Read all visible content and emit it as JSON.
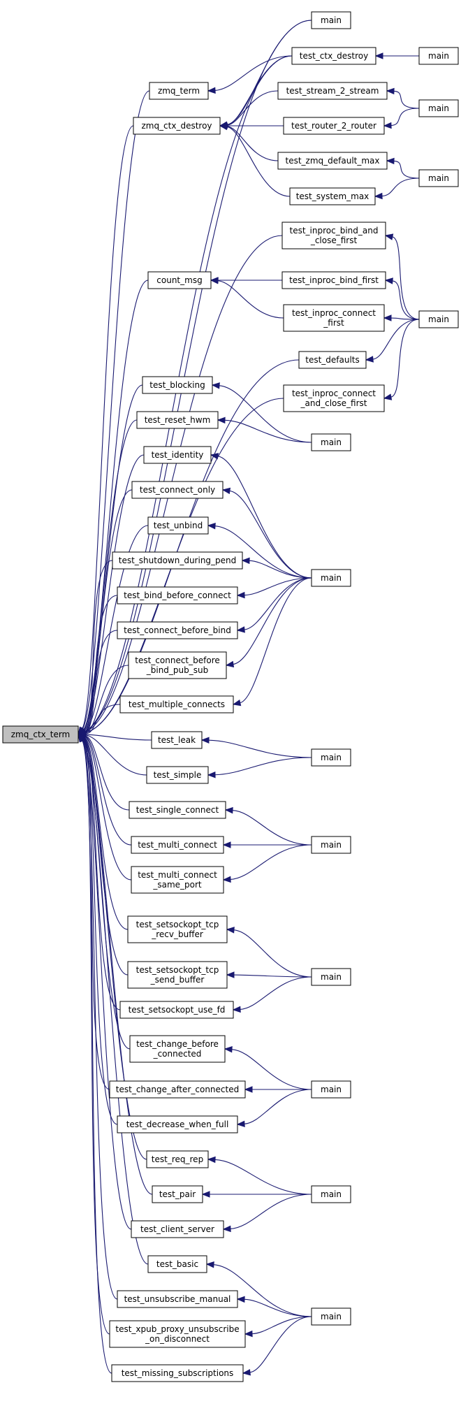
{
  "colors": {
    "edge": "#191970",
    "root_fill": "#bfbfbf",
    "node_fill": "#ffffff",
    "node_border": "#000000"
  },
  "nodes": [
    {
      "id": "root",
      "lines": [
        "zmq_ctx_term"
      ],
      "root": true
    },
    {
      "id": "main1",
      "lines": [
        "main"
      ]
    },
    {
      "id": "test_ctx_destroy",
      "lines": [
        "test_ctx_destroy"
      ]
    },
    {
      "id": "main2",
      "lines": [
        "main"
      ]
    },
    {
      "id": "zmq_term",
      "lines": [
        "zmq_term"
      ]
    },
    {
      "id": "zmq_ctx_destroy",
      "lines": [
        "zmq_ctx_destroy"
      ]
    },
    {
      "id": "test_stream_2_stream",
      "lines": [
        "test_stream_2_stream"
      ]
    },
    {
      "id": "test_router_2_router",
      "lines": [
        "test_router_2_router"
      ]
    },
    {
      "id": "main3",
      "lines": [
        "main"
      ]
    },
    {
      "id": "test_zmq_default_max",
      "lines": [
        "test_zmq_default_max"
      ]
    },
    {
      "id": "test_system_max",
      "lines": [
        "test_system_max"
      ]
    },
    {
      "id": "main4",
      "lines": [
        "main"
      ]
    },
    {
      "id": "test_inproc_bind_and_close_first",
      "lines": [
        "test_inproc_bind_and",
        "_close_first"
      ]
    },
    {
      "id": "count_msg",
      "lines": [
        "count_msg"
      ]
    },
    {
      "id": "test_inproc_bind_first",
      "lines": [
        "test_inproc_bind_first"
      ]
    },
    {
      "id": "test_inproc_connect_first",
      "lines": [
        "test_inproc_connect",
        "_first"
      ]
    },
    {
      "id": "main5",
      "lines": [
        "main"
      ]
    },
    {
      "id": "test_defaults",
      "lines": [
        "test_defaults"
      ]
    },
    {
      "id": "test_inproc_connect_and_close_first",
      "lines": [
        "test_inproc_connect",
        "_and_close_first"
      ]
    },
    {
      "id": "test_blocking",
      "lines": [
        "test_blocking"
      ]
    },
    {
      "id": "test_reset_hwm",
      "lines": [
        "test_reset_hwm"
      ]
    },
    {
      "id": "main6",
      "lines": [
        "main"
      ]
    },
    {
      "id": "test_identity",
      "lines": [
        "test_identity"
      ]
    },
    {
      "id": "test_connect_only",
      "lines": [
        "test_connect_only"
      ]
    },
    {
      "id": "test_unbind",
      "lines": [
        "test_unbind"
      ]
    },
    {
      "id": "test_shutdown_during_pend",
      "lines": [
        "test_shutdown_during_pend"
      ]
    },
    {
      "id": "main7",
      "lines": [
        "main"
      ]
    },
    {
      "id": "test_bind_before_connect",
      "lines": [
        "test_bind_before_connect"
      ]
    },
    {
      "id": "test_connect_before_bind",
      "lines": [
        "test_connect_before_bind"
      ]
    },
    {
      "id": "test_connect_before_bind_pub_sub",
      "lines": [
        "test_connect_before",
        "_bind_pub_sub"
      ]
    },
    {
      "id": "test_multiple_connects",
      "lines": [
        "test_multiple_connects"
      ]
    },
    {
      "id": "test_leak",
      "lines": [
        "test_leak"
      ]
    },
    {
      "id": "main8",
      "lines": [
        "main"
      ]
    },
    {
      "id": "test_simple",
      "lines": [
        "test_simple"
      ]
    },
    {
      "id": "test_single_connect",
      "lines": [
        "test_single_connect"
      ]
    },
    {
      "id": "test_multi_connect",
      "lines": [
        "test_multi_connect"
      ]
    },
    {
      "id": "main9",
      "lines": [
        "main"
      ]
    },
    {
      "id": "test_multi_connect_same_port",
      "lines": [
        "test_multi_connect",
        "_same_port"
      ]
    },
    {
      "id": "test_setsockopt_tcp_recv_buffer",
      "lines": [
        "test_setsockopt_tcp",
        "_recv_buffer"
      ]
    },
    {
      "id": "test_setsockopt_tcp_send_buffer",
      "lines": [
        "test_setsockopt_tcp",
        "_send_buffer"
      ]
    },
    {
      "id": "main10",
      "lines": [
        "main"
      ]
    },
    {
      "id": "test_setsockopt_use_fd",
      "lines": [
        "test_setsockopt_use_fd"
      ]
    },
    {
      "id": "test_change_before_connected",
      "lines": [
        "test_change_before",
        "_connected"
      ]
    },
    {
      "id": "test_change_after_connected",
      "lines": [
        "test_change_after_connected"
      ]
    },
    {
      "id": "main11",
      "lines": [
        "main"
      ]
    },
    {
      "id": "test_decrease_when_full",
      "lines": [
        "test_decrease_when_full"
      ]
    },
    {
      "id": "test_req_rep",
      "lines": [
        "test_req_rep"
      ]
    },
    {
      "id": "test_pair",
      "lines": [
        "test_pair"
      ]
    },
    {
      "id": "main12",
      "lines": [
        "main"
      ]
    },
    {
      "id": "test_client_server",
      "lines": [
        "test_client_server"
      ]
    },
    {
      "id": "test_basic",
      "lines": [
        "test_basic"
      ]
    },
    {
      "id": "test_unsubscribe_manual",
      "lines": [
        "test_unsubscribe_manual"
      ]
    },
    {
      "id": "main13",
      "lines": [
        "main"
      ]
    },
    {
      "id": "test_xpub_proxy_unsubscribe_on_disconnect",
      "lines": [
        "test_xpub_proxy_unsubscribe",
        "_on_disconnect"
      ]
    },
    {
      "id": "test_missing_subscriptions",
      "lines": [
        "test_missing_subscriptions"
      ]
    }
  ],
  "edges": [
    [
      "main1",
      "root"
    ],
    [
      "test_ctx_destroy",
      "root"
    ],
    [
      "zmq_term",
      "root"
    ],
    [
      "zmq_ctx_destroy",
      "root"
    ],
    [
      "test_inproc_bind_and_close_first",
      "root"
    ],
    [
      "count_msg",
      "root"
    ],
    [
      "test_defaults",
      "root"
    ],
    [
      "test_inproc_connect_and_close_first",
      "root"
    ],
    [
      "test_blocking",
      "root"
    ],
    [
      "test_reset_hwm",
      "root"
    ],
    [
      "test_identity",
      "root"
    ],
    [
      "test_connect_only",
      "root"
    ],
    [
      "test_unbind",
      "root"
    ],
    [
      "test_shutdown_during_pend",
      "root"
    ],
    [
      "test_bind_before_connect",
      "root"
    ],
    [
      "test_connect_before_bind",
      "root"
    ],
    [
      "test_connect_before_bind_pub_sub",
      "root"
    ],
    [
      "test_multiple_connects",
      "root"
    ],
    [
      "test_leak",
      "root"
    ],
    [
      "test_simple",
      "root"
    ],
    [
      "test_single_connect",
      "root"
    ],
    [
      "test_multi_connect",
      "root"
    ],
    [
      "test_multi_connect_same_port",
      "root"
    ],
    [
      "test_setsockopt_tcp_recv_buffer",
      "root"
    ],
    [
      "test_setsockopt_tcp_send_buffer",
      "root"
    ],
    [
      "test_setsockopt_use_fd",
      "root"
    ],
    [
      "test_change_before_connected",
      "root"
    ],
    [
      "test_change_after_connected",
      "root"
    ],
    [
      "test_decrease_when_full",
      "root"
    ],
    [
      "test_req_rep",
      "root"
    ],
    [
      "test_pair",
      "root"
    ],
    [
      "test_client_server",
      "root"
    ],
    [
      "test_basic",
      "root"
    ],
    [
      "test_unsubscribe_manual",
      "root"
    ],
    [
      "test_xpub_proxy_unsubscribe_on_disconnect",
      "root"
    ],
    [
      "test_missing_subscriptions",
      "root"
    ],
    [
      "main2",
      "test_ctx_destroy"
    ],
    [
      "test_ctx_destroy",
      "zmq_term"
    ],
    [
      "main1",
      "zmq_ctx_destroy"
    ],
    [
      "test_ctx_destroy",
      "zmq_ctx_destroy"
    ],
    [
      "test_stream_2_stream",
      "zmq_ctx_destroy"
    ],
    [
      "test_router_2_router",
      "zmq_ctx_destroy"
    ],
    [
      "test_zmq_default_max",
      "zmq_ctx_destroy"
    ],
    [
      "test_system_max",
      "zmq_ctx_destroy"
    ],
    [
      "main3",
      "test_stream_2_stream"
    ],
    [
      "main3",
      "test_router_2_router"
    ],
    [
      "main4",
      "test_zmq_default_max"
    ],
    [
      "main4",
      "test_system_max"
    ],
    [
      "main5",
      "test_inproc_bind_and_close_first"
    ],
    [
      "main5",
      "test_inproc_bind_first"
    ],
    [
      "main5",
      "test_inproc_connect_first"
    ],
    [
      "main5",
      "test_defaults"
    ],
    [
      "main5",
      "test_inproc_connect_and_close_first"
    ],
    [
      "test_inproc_bind_first",
      "count_msg"
    ],
    [
      "test_inproc_connect_first",
      "count_msg"
    ],
    [
      "main6",
      "test_blocking"
    ],
    [
      "main6",
      "test_reset_hwm"
    ],
    [
      "main7",
      "test_identity"
    ],
    [
      "main7",
      "test_connect_only"
    ],
    [
      "main7",
      "test_unbind"
    ],
    [
      "main7",
      "test_shutdown_during_pend"
    ],
    [
      "main7",
      "test_bind_before_connect"
    ],
    [
      "main7",
      "test_connect_before_bind"
    ],
    [
      "main7",
      "test_connect_before_bind_pub_sub"
    ],
    [
      "main7",
      "test_multiple_connects"
    ],
    [
      "main8",
      "test_leak"
    ],
    [
      "main8",
      "test_simple"
    ],
    [
      "main9",
      "test_single_connect"
    ],
    [
      "main9",
      "test_multi_connect"
    ],
    [
      "main9",
      "test_multi_connect_same_port"
    ],
    [
      "main10",
      "test_setsockopt_tcp_recv_buffer"
    ],
    [
      "main10",
      "test_setsockopt_tcp_send_buffer"
    ],
    [
      "main10",
      "test_setsockopt_use_fd"
    ],
    [
      "main11",
      "test_change_before_connected"
    ],
    [
      "main11",
      "test_change_after_connected"
    ],
    [
      "main11",
      "test_decrease_when_full"
    ],
    [
      "main12",
      "test_req_rep"
    ],
    [
      "main12",
      "test_pair"
    ],
    [
      "main12",
      "test_client_server"
    ],
    [
      "main13",
      "test_basic"
    ],
    [
      "main13",
      "test_unsubscribe_manual"
    ],
    [
      "main13",
      "test_xpub_proxy_unsubscribe_on_disconnect"
    ],
    [
      "main13",
      "test_missing_subscriptions"
    ]
  ]
}
